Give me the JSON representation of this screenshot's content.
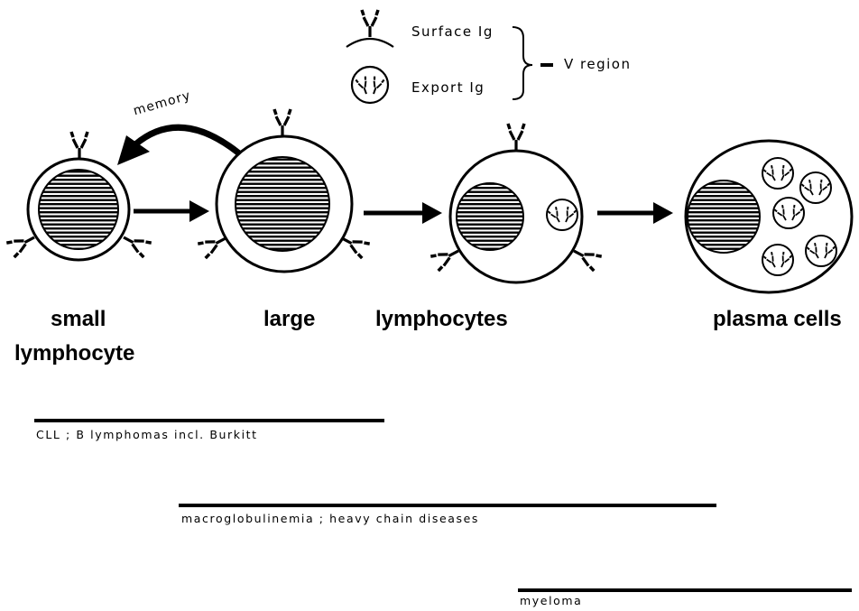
{
  "legend": {
    "surface_label": "Surface Ig",
    "export_label": "Export Ig",
    "region_label": "V region",
    "surface_icon": "surface-antibody-icon",
    "export_icon": "export-vesicle-icon"
  },
  "transition_label": "memory",
  "stages": {
    "small_line1": "small",
    "small_line2": "lymphocyte",
    "large": "large",
    "lymphocytes": "lymphocytes",
    "plasma": "plasma cells"
  },
  "diseases": {
    "cll": "CLL ; B lymphomas incl. Burkitt",
    "macro": "macroglobulinemia ; heavy chain diseases",
    "myeloma": "myeloma"
  },
  "colors": {
    "ink": "#000000",
    "paper": "#ffffff"
  }
}
